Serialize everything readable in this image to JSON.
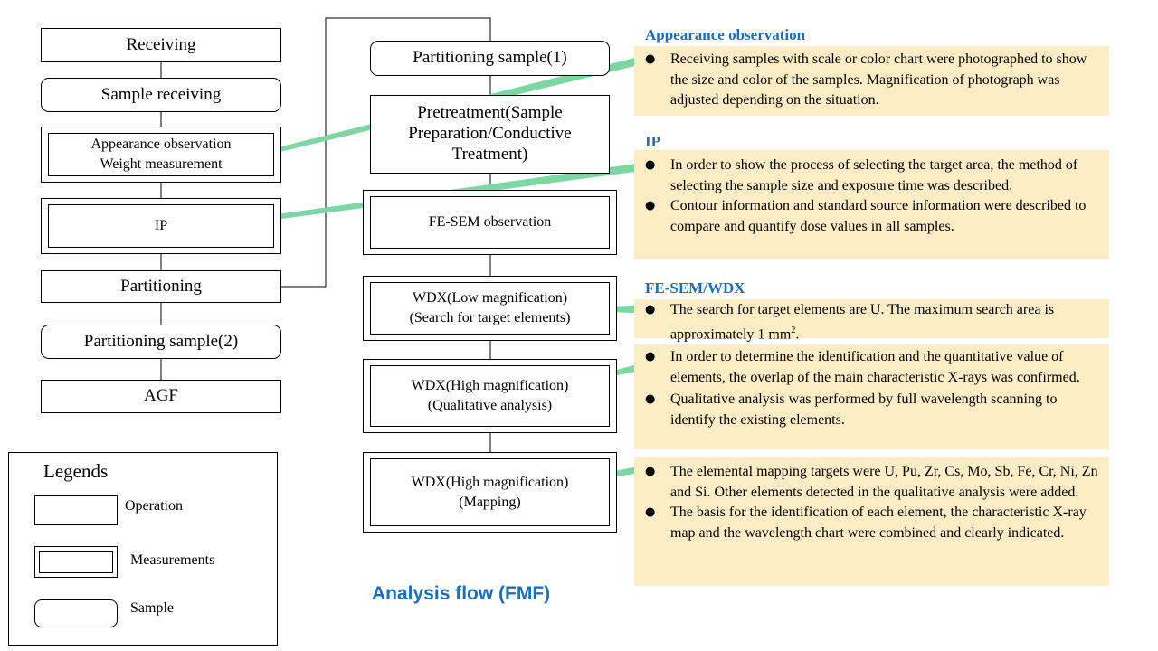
{
  "left_flow": {
    "receiving": "Receiving",
    "sample_receiving": "Sample receiving",
    "appearance": "Appearance observation\nWeight measurement",
    "ip": "IP",
    "partitioning": "Partitioning",
    "partitioning_sample_2": "Partitioning sample(2)",
    "agf": "AGF"
  },
  "right_flow": {
    "partitioning_sample_1": "Partitioning sample(1)",
    "pretreatment": "Pretreatment(Sample\nPreparation/Conductive\nTreatment)",
    "fesem": "FE-SEM observation",
    "wdx_low": "WDX(Low magnification)\n(Search for target elements)",
    "wdx_high_qual": "WDX(High magnification)\n(Qualitative analysis)",
    "wdx_high_map": "WDX(High magnification)\n(Mapping)"
  },
  "legend": {
    "title": "Legends",
    "operation": "Operation",
    "measurements": "Measurements",
    "sample": "Sample"
  },
  "caption": "Analysis flow (FMF)",
  "notes": {
    "appearance": {
      "heading": "Appearance observation",
      "bullets": [
        "Receiving samples with scale or color chart were photographed to show the size and color of the samples.  Magnification of photograph was adjusted depending on the situation."
      ]
    },
    "ip": {
      "heading": "IP",
      "bullets": [
        "In order to show the process of selecting the target area, the method of selecting the sample size and exposure time was described.",
        "Contour information and standard source information were described to compare and quantify dose values in all samples."
      ]
    },
    "fesem_wdx": {
      "heading": "FE-SEM/WDX",
      "box1_before": "The search for target elements are U. The maximum search area is approximately 1 mm",
      "box1_sup": "2",
      "box1_after": ".",
      "box2": [
        "In order to determine the identification and the quantitative value of elements, the overlap of the main characteristic X-rays was confirmed.",
        "Qualitative analysis was performed by full wavelength scanning to identify the existing elements."
      ],
      "box3": [
        "The elemental mapping targets were U, Pu, Zr, Cs, Mo, Sb, Fe, Cr, Ni, Zn and Si. Other elements detected in the qualitative analysis were added.",
        "The basis for the identification of each element, the characteristic X-ray map and the wavelength chart were combined and clearly indicated."
      ]
    }
  },
  "colors": {
    "arrow": "#7dd6a3",
    "note_bg": "#fdedc6",
    "heading": "#1f6db7"
  },
  "icons": {
    "bullet": "●"
  }
}
